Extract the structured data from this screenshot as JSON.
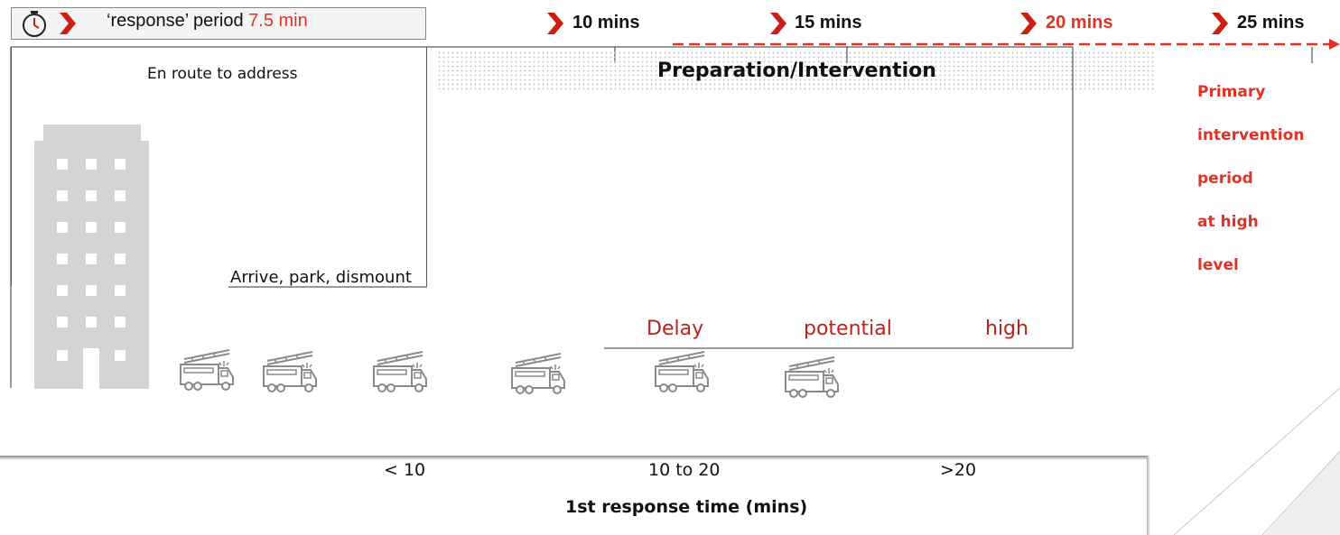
{
  "header": {
    "response_label": "‘response’ period",
    "response_value": "7.5 min",
    "ticks": [
      {
        "label": "10 mins",
        "highlight": false
      },
      {
        "label": "15 mins",
        "highlight": false
      },
      {
        "label": "20 mins",
        "highlight": true
      },
      {
        "label": "25 mins",
        "highlight": false
      }
    ]
  },
  "phases": {
    "en_route": "En route to address",
    "arrive": "Arrive, park, dismount",
    "preparation": "Preparation/Intervention",
    "primary_lines": [
      "Primary",
      "intervention",
      "period",
      "at high",
      "level"
    ]
  },
  "delay": {
    "words": [
      "Delay",
      "potential",
      "high"
    ]
  },
  "axis": {
    "labels": [
      "< 10",
      "10 to 20",
      ">20"
    ],
    "title": "1st response time (mins)"
  },
  "colors": {
    "accent_red": "#e03326",
    "dark_red": "#b8231c",
    "chevron": "#cc1f14",
    "building_gray": "#d4d4d4",
    "truck_gray": "#8a8a8a"
  },
  "icons": [
    "stopwatch-icon",
    "chevron-right-icon",
    "building-icon",
    "fire-truck-icon"
  ]
}
